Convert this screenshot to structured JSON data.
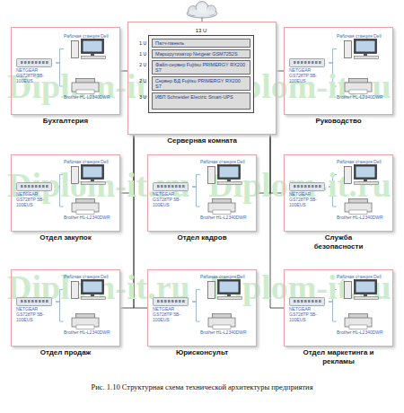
{
  "diagram": {
    "caption": "Рис. 1.10 Структурная схема технической архитектуры предприятия",
    "nodes": [
      {
        "text": [
          "Бухгалтерия"
        ]
      },
      {
        "text": [
          "NETGEAR GS728TP 5B-100EUS"
        ],
        "in": 0
      },
      {
        "text": [
          "Рабочая станция Dell"
        ],
        "in": 0
      },
      {
        "text": [
          "Brother HL-L2340DWR"
        ],
        "in": 0
      },
      {
        "text": [
          "Серверная комната"
        ]
      },
      {
        "text": [
          "13 U"
        ],
        "in": 4
      },
      {
        "text": [
          "1 U",
          "Патч-панель"
        ],
        "in": 5
      },
      {
        "text": [
          "1 U",
          "Маршрутизатор Netgear GSM7252S"
        ],
        "in": 5
      },
      {
        "text": [
          "2 U",
          "Файл-сервер Fujitsu PRIMERGY RX200 S7"
        ],
        "in": 5
      },
      {
        "text": [
          "2 U",
          "Сервер БД Fujitsu PRIMERGY RX200 S7"
        ],
        "in": 5
      },
      {
        "text": [
          "3 U",
          "ИБП Schneider Electric Smart-UPS"
        ],
        "in": 5
      },
      {
        "text": [
          "Руководство"
        ]
      },
      {
        "text": [
          "NETGEAR GS728TP 5B-100EUS"
        ],
        "in": 11
      },
      {
        "text": [
          "Рабочая станция Dell"
        ],
        "in": 11
      },
      {
        "text": [
          "Brother HL-L2340DWR"
        ],
        "in": 11
      },
      {
        "text": [
          "Отдел закупок"
        ]
      },
      {
        "text": [
          "NETGEAR GS728TP 5B-100EUS"
        ],
        "in": 15
      },
      {
        "text": [
          "Рабочая станция Dell"
        ],
        "in": 15
      },
      {
        "text": [
          "Brother HL-L2340DWR"
        ],
        "in": 15
      },
      {
        "text": [
          "Отдел кадров"
        ]
      },
      {
        "text": [
          "NETGEAR GS728TP 5B-100EUS"
        ],
        "in": 19
      },
      {
        "text": [
          "Рабочая станция Dell"
        ],
        "in": 19
      },
      {
        "text": [
          "Brother HL-L2340DWR"
        ],
        "in": 19
      },
      {
        "text": [
          "Служба безопасности"
        ]
      },
      {
        "text": [
          "NETGEAR GS728TP 5B-100EUS"
        ],
        "in": 23
      },
      {
        "text": [
          "Рабочая станция Dell"
        ],
        "in": 23
      },
      {
        "text": [
          "Brother HL-L2340DWR"
        ],
        "in": 23
      },
      {
        "text": [
          "Отдел продаж"
        ]
      },
      {
        "text": [
          "NETGEAR GS728TP 5B-100EUS"
        ],
        "in": 27
      },
      {
        "text": [
          "Рабочая станция Dell"
        ],
        "in": 27
      },
      {
        "text": [
          "Brother HL-L2340DWR"
        ],
        "in": 27
      },
      {
        "text": [
          "Юрисконсульт"
        ]
      },
      {
        "text": [
          "NETGEAR GS728TP 5B-100EUS"
        ],
        "in": 31
      },
      {
        "text": [
          "Рабочая станция Dell"
        ],
        "in": 31
      },
      {
        "text": [
          "Brother HL-L2340DWR"
        ],
        "in": 31
      },
      {
        "text": [
          "Отдел маркетинга и рекламы"
        ]
      },
      {
        "text": [
          "NETGEAR GS728TP 5B-100EUS"
        ],
        "in": 35
      },
      {
        "text": [
          "Рабочая станция Dell"
        ],
        "in": 35
      },
      {
        "text": [
          "Brother HL-L2340DWR"
        ],
        "in": 35
      }
    ],
    "edges": [
      {
        "from": 4,
        "to": 0,
        "arrow": "none"
      },
      {
        "from": 4,
        "to": 11,
        "arrow": "none"
      },
      {
        "from": 4,
        "to": 15,
        "arrow": "none"
      },
      {
        "from": 4,
        "to": 19,
        "arrow": "none"
      },
      {
        "from": 4,
        "to": 23,
        "arrow": "none"
      },
      {
        "from": 4,
        "to": 27,
        "arrow": "none"
      },
      {
        "from": 4,
        "to": 31,
        "arrow": "none"
      },
      {
        "from": 4,
        "to": 35,
        "arrow": "none"
      },
      {
        "from": 1,
        "to": 2,
        "arrow": "none"
      },
      {
        "from": 1,
        "to": 3,
        "arrow": "none"
      },
      {
        "from": 12,
        "to": 13,
        "arrow": "none"
      },
      {
        "from": 12,
        "to": 14,
        "arrow": "none"
      },
      {
        "from": 16,
        "to": 17,
        "arrow": "none"
      },
      {
        "from": 16,
        "to": 18,
        "arrow": "none"
      },
      {
        "from": 20,
        "to": 21,
        "arrow": "none"
      },
      {
        "from": 20,
        "to": 22,
        "arrow": "none"
      },
      {
        "from": 24,
        "to": 25,
        "arrow": "none"
      },
      {
        "from": 24,
        "to": 26,
        "arrow": "none"
      },
      {
        "from": 28,
        "to": 29,
        "arrow": "none"
      },
      {
        "from": 28,
        "to": 30,
        "arrow": "none"
      },
      {
        "from": 32,
        "to": 33,
        "arrow": "none"
      },
      {
        "from": 32,
        "to": 34,
        "arrow": "none"
      },
      {
        "from": 36,
        "to": 37,
        "arrow": "none"
      },
      {
        "from": 36,
        "to": 38,
        "arrow": "none"
      }
    ],
    "labels": [
      "Diplom-it.ru",
      "Diplom-it.ru",
      "Diplom-it.ru",
      "Diplom-it.ru",
      "Diplom-it.ru",
      "Diplom-it.ru"
    ]
  }
}
